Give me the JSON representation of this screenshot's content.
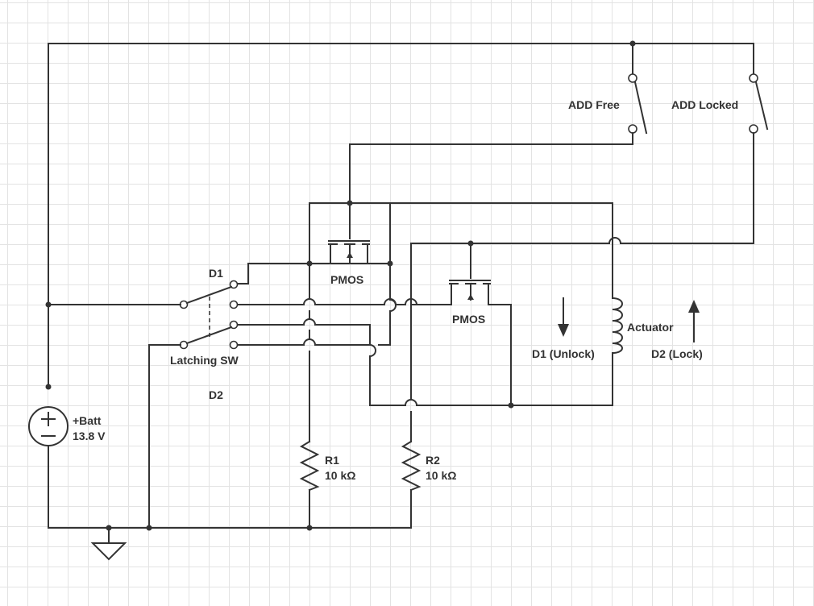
{
  "labels": {
    "add_free": "ADD Free",
    "add_locked": "ADD Locked",
    "pmos_1": "PMOS",
    "pmos_2": "PMOS",
    "d1_switch": "D1",
    "d2_switch": "D2",
    "latching_sw": "Latching SW",
    "batt_name": "+Batt",
    "batt_voltage": "13.8 V",
    "r1_name": "R1",
    "r1_value": "10 kΩ",
    "r2_name": "R2",
    "r2_value": "10 kΩ",
    "actuator": "Actuator",
    "d1_unlock": "D1 (Unlock)",
    "d2_lock": "D2 (Lock)"
  },
  "colors": {
    "wire": "#333333",
    "grid": "#e3e3e3",
    "background": "#ffffff"
  }
}
